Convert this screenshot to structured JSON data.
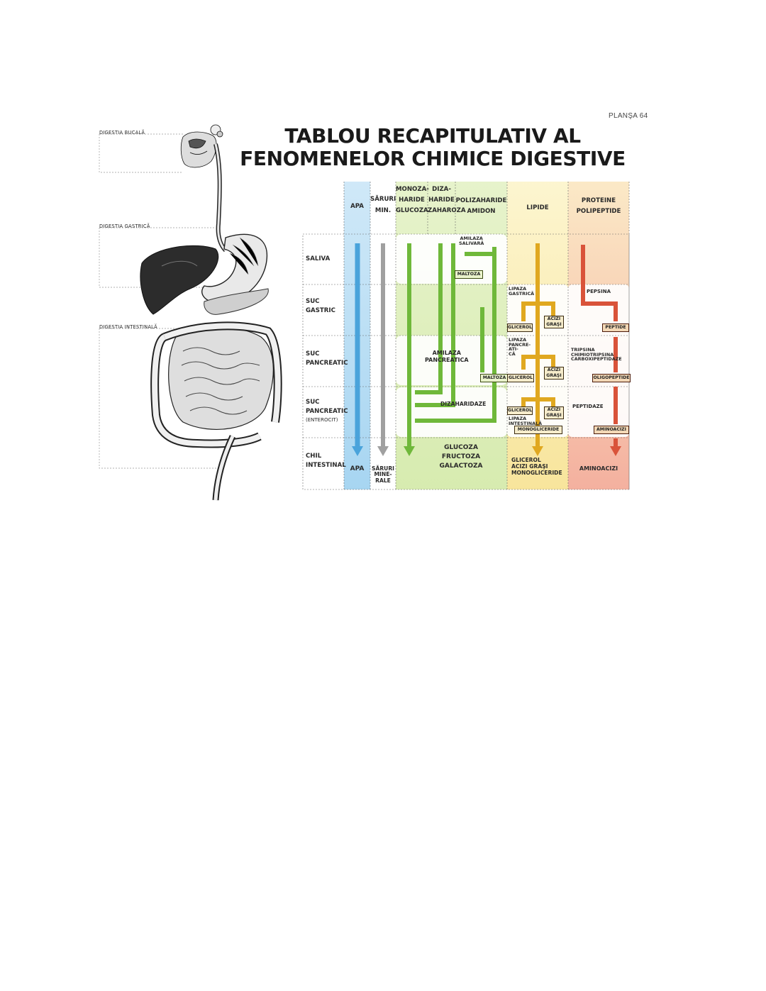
{
  "page_label": "PLANŞA 64",
  "title": {
    "line1": "TABLOU RECAPITULATIV AL",
    "line2": "FENOMENELOR CHIMICE DIGESTIVE"
  },
  "anatomy": {
    "label_bucal": "DIGESTIA  BUCALĂ",
    "label_gastric": "DIGESTIA  GASTRICĂ",
    "label_intestinal": "DIGESTIA  INTESTINALĂ"
  },
  "columns": {
    "apa": "APA",
    "saruri": [
      "SĂRURI",
      "MIN."
    ],
    "monozaharide": [
      "MONOZA-",
      "HARIDE",
      "GLUCOZA"
    ],
    "dizaharide": [
      "DIZA-",
      "HARIDE",
      "ZAHAROZA"
    ],
    "polizaharide": [
      "POLIZAHARIDE",
      "AMIDON"
    ],
    "lipide": "LIPIDE",
    "proteine": [
      "PROTEINE",
      "POLIPEPTIDE"
    ]
  },
  "rows": {
    "saliva": "SALIVA",
    "suc_gastric": [
      "SUC",
      "GASTRIC"
    ],
    "suc_pancreatic": [
      "SUC",
      "PANCREATIC"
    ],
    "suc_pancreatic_enterocit": [
      "SUC",
      "PANCREATIC",
      "(ENTEROCIT)"
    ],
    "chil": [
      "CHIL",
      "INTESTINAL"
    ]
  },
  "enzymes": {
    "amilaza_salivara": [
      "AMILAZA",
      "SALIVARĂ"
    ],
    "amilaza_pancreatica": [
      "AMILAZA",
      "PANCREATICA"
    ],
    "dizaharidaze": "DIZAHARIDAZE",
    "lipaza_gastrica": [
      "LIPAZA",
      "GASTRICĂ"
    ],
    "lipaza_pancreatica": [
      "LIPAZA",
      "PANCRE-",
      "ATI-",
      "CĂ"
    ],
    "lipaza_intestinala": [
      "LIPAZA",
      "INTESTINALĂ"
    ],
    "pepsina": "PEPSINA",
    "tripsina": [
      "TRIPSINA",
      "CHIMIOTRIPSINA",
      "CARBOXIPEPTIDAZE"
    ],
    "peptidaze": "PEPTIDAZE"
  },
  "products": {
    "maltoza": "MALTOZA",
    "glicerol": "GLICEROL",
    "acizi_grasi": [
      "ACIZI",
      "GRAŞI"
    ],
    "peptide": "PEPTIDE",
    "oligopeptide": "OLIGOPEPTIDE",
    "monogliceride": "MONOGLICERIDE",
    "aminoacizi": "AMINOACIZI"
  },
  "final_row": {
    "apa": "APA",
    "saruri": [
      "SĂRURI",
      "MINE-",
      "RALE"
    ],
    "glucide": [
      "GLUCOZA",
      "FRUCTOZA",
      "GALACTOZA"
    ],
    "lipide": [
      "GLICEROL",
      "ACIZI GRAŞI",
      "MONOGLICERIDE"
    ],
    "proteine": "AMINOACIZI"
  },
  "colors": {
    "apa": "#58aee0",
    "saruri": "#a9a9a9",
    "glucide": "#7dc242",
    "lipide": "#e8b830",
    "proteine": "#d9533a"
  }
}
